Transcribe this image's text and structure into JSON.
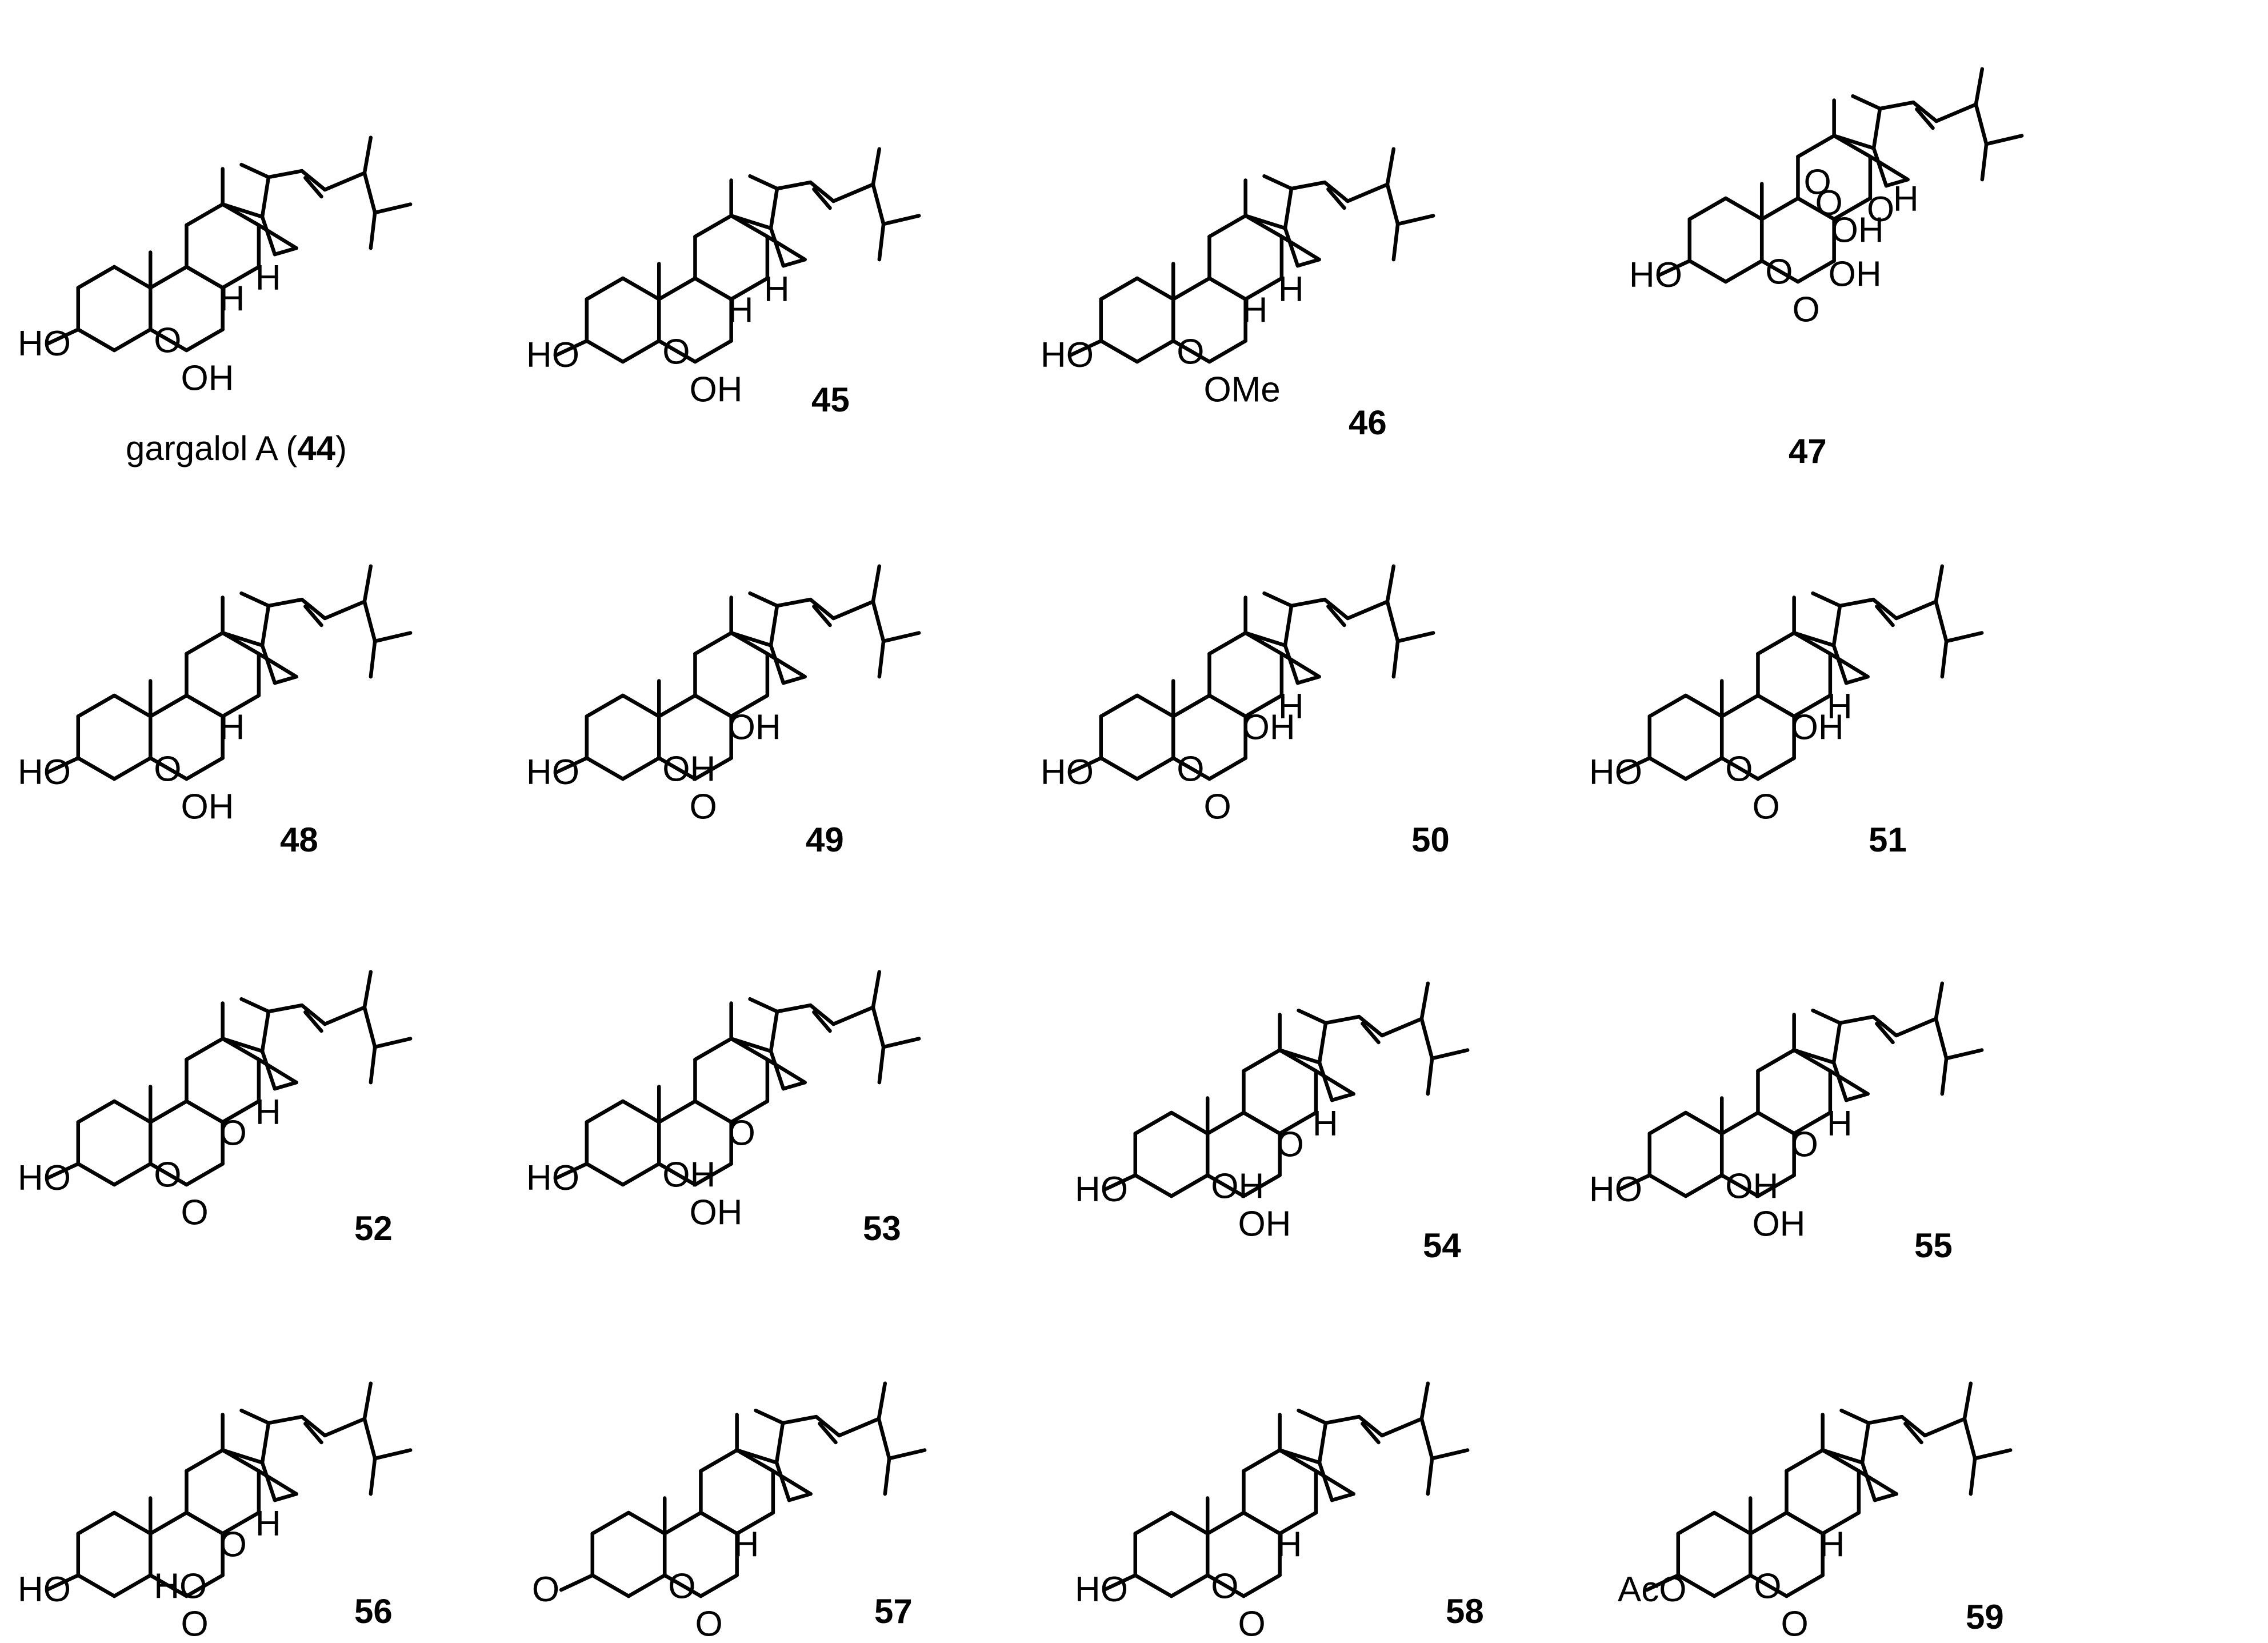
{
  "figure": {
    "caption_name": "gargalol A (",
    "caption_close": ")"
  },
  "compounds": [
    {
      "id": "44",
      "label": "44",
      "atoms": [
        "HO",
        "O",
        "OH",
        "H",
        "H"
      ]
    },
    {
      "id": "45",
      "label": "45",
      "atoms": [
        "HO",
        "O",
        "OH",
        "H",
        "H"
      ]
    },
    {
      "id": "46",
      "label": "46",
      "atoms": [
        "HO",
        "O",
        "OMe",
        "H",
        "H"
      ]
    },
    {
      "id": "47",
      "label": "47",
      "atoms": [
        "HO",
        "O",
        "O",
        "OH",
        "O",
        "O",
        "O",
        "OH",
        "H"
      ]
    },
    {
      "id": "48",
      "label": "48",
      "atoms": [
        "HO",
        "O",
        "OH",
        "H"
      ]
    },
    {
      "id": "49",
      "label": "49",
      "atoms": [
        "HO",
        "OH",
        "O",
        "OH"
      ]
    },
    {
      "id": "50",
      "label": "50",
      "atoms": [
        "HO",
        "O",
        "O",
        "OH",
        "H"
      ]
    },
    {
      "id": "51",
      "label": "51",
      "atoms": [
        "HO",
        "O",
        "O",
        "OH",
        "H"
      ]
    },
    {
      "id": "52",
      "label": "52",
      "atoms": [
        "HO",
        "O",
        "O",
        "O",
        "H"
      ]
    },
    {
      "id": "53",
      "label": "53",
      "atoms": [
        "HO",
        "OH",
        "OH",
        "O"
      ]
    },
    {
      "id": "54",
      "label": "54",
      "atoms": [
        "HO",
        "OH",
        "OH",
        "O",
        "H"
      ]
    },
    {
      "id": "55",
      "label": "55",
      "atoms": [
        "HO",
        "OH",
        "OH",
        "O",
        "H"
      ]
    },
    {
      "id": "56",
      "label": "56",
      "atoms": [
        "HO",
        "HO",
        "O",
        "O",
        "H"
      ]
    },
    {
      "id": "57",
      "label": "57",
      "atoms": [
        "O",
        "O",
        "O",
        "H"
      ]
    },
    {
      "id": "58",
      "label": "58",
      "atoms": [
        "HO",
        "O",
        "O",
        "H"
      ]
    },
    {
      "id": "59",
      "label": "59",
      "atoms": [
        "AcO",
        "O",
        "O",
        "H"
      ]
    }
  ]
}
